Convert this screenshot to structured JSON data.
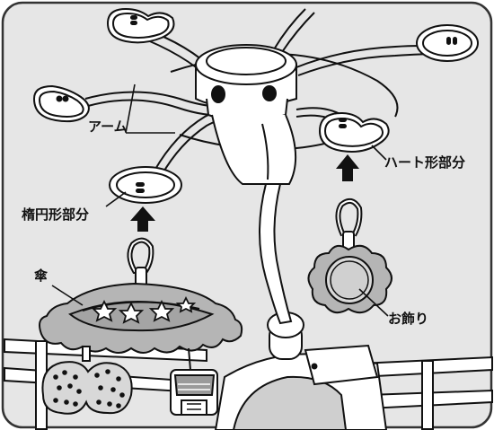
{
  "colors": {
    "background_panel": "#e6e6e6",
    "frame_border": "#333333",
    "line": "#111111",
    "fill_light": "#ffffff",
    "fill_shadow": "#b5b5b5",
    "fill_dark": "#9a9a9a"
  },
  "labels": {
    "arm": "アーム",
    "heart_part": "ハート形部分",
    "oval_part": "楕円形部分",
    "umbrella": "傘",
    "ornament": "お飾り"
  },
  "icons": {
    "arrow_left": "arrow-up-icon",
    "arrow_right": "arrow-up-icon"
  }
}
